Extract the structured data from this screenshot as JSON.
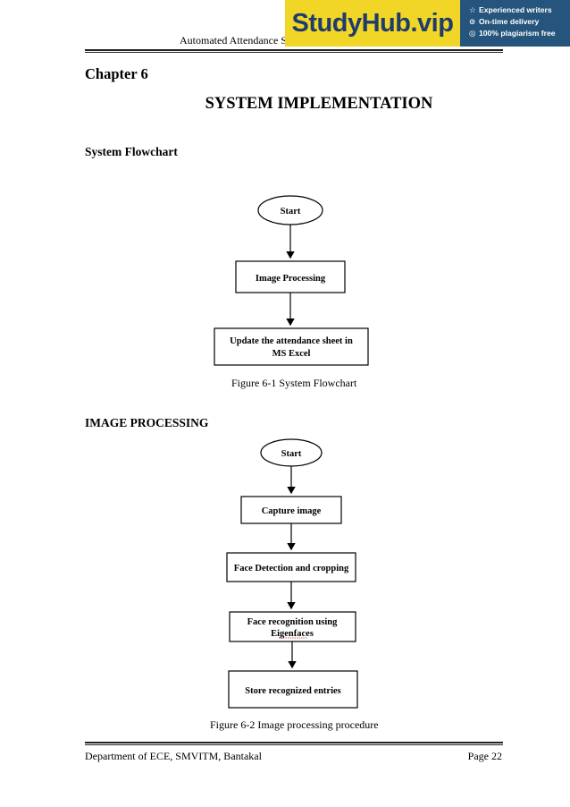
{
  "header": {
    "running_title": "Automated Attendance Syst"
  },
  "banner": {
    "brand": "StudyHub.vip",
    "features": [
      {
        "icon": "star-icon",
        "text": "Experienced writers"
      },
      {
        "icon": "clock-icon",
        "text": "On-time delivery"
      },
      {
        "icon": "shield-icon",
        "text": "100% plagiarism free"
      }
    ]
  },
  "chapter_label": "Chapter 6",
  "chapter_title": "SYSTEM IMPLEMENTATION",
  "section1": {
    "heading": "System Flowchart",
    "flow": {
      "start": "Start",
      "step1": "Image Processing",
      "step2_line1": "Update the attendance sheet in",
      "step2_line2": "MS Excel"
    },
    "caption": "Figure 6-1 System Flowchart"
  },
  "section2": {
    "heading": "IMAGE PROCESSING",
    "flow": {
      "start": "Start",
      "step1": "Capture image",
      "step2": "Face Detection and cropping",
      "step3_line1": "Face recognition using",
      "step3_line2": "Eigenfaces",
      "step4": "Store recognized entries"
    },
    "caption": "Figure 6-2 Image processing procedure"
  },
  "footer": {
    "department": "Department of ECE, SMVITM, Bantakal",
    "page": "Page 22"
  }
}
